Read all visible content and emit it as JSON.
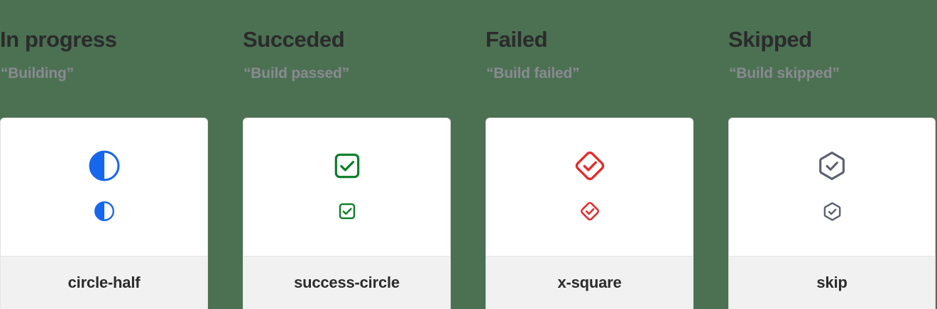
{
  "page": {
    "background_color": "#4b7152",
    "card_background": "#ffffff",
    "card_footer_background": "#f1f1f1",
    "heading_color": "#2b2b2b",
    "subheading_color": "#8a8a91"
  },
  "columns": [
    {
      "heading": "In progress",
      "subheading": "“Building”",
      "icon_name": "circle-half-icon",
      "icon_label": "circle-half",
      "icon_color": "#1667ec",
      "sizes": [
        "large",
        "small"
      ]
    },
    {
      "heading": "Succeded",
      "subheading": "“Build passed”",
      "icon_name": "success-circle-icon",
      "icon_label": "success-circle",
      "icon_color": "#0a7d26",
      "sizes": [
        "large",
        "small"
      ]
    },
    {
      "heading": "Failed",
      "subheading": "“Build failed”",
      "icon_name": "x-square-icon",
      "icon_label": "x-square",
      "icon_color": "#e62b2b",
      "sizes": [
        "large",
        "small"
      ]
    },
    {
      "heading": "Skipped",
      "subheading": "“Build skipped”",
      "icon_name": "skip-icon",
      "icon_label": "skip",
      "icon_color": "#5b6172",
      "sizes": [
        "large",
        "small"
      ]
    }
  ]
}
